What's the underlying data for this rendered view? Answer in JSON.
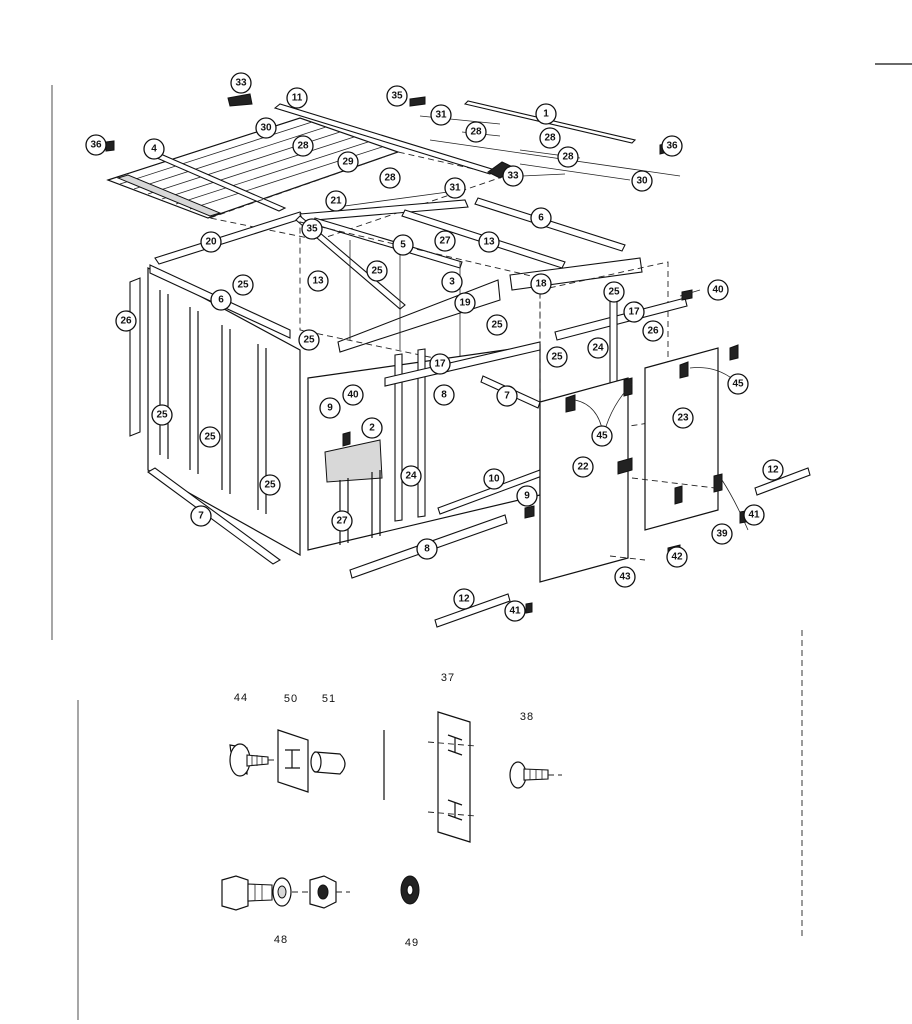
{
  "diagram": {
    "callouts": [
      {
        "id": "c33a",
        "label": "33"
      },
      {
        "id": "c11",
        "label": "11"
      },
      {
        "id": "c35a",
        "label": "35"
      },
      {
        "id": "c1",
        "label": "1"
      },
      {
        "id": "c36a",
        "label": "36"
      },
      {
        "id": "c4a",
        "label": "4"
      },
      {
        "id": "c30a",
        "label": "30"
      },
      {
        "id": "c28a",
        "label": "28"
      },
      {
        "id": "c29a",
        "label": "29"
      },
      {
        "id": "c31a",
        "label": "31"
      },
      {
        "id": "c28b",
        "label": "28"
      },
      {
        "id": "c28c",
        "label": "28"
      },
      {
        "id": "c28d",
        "label": "28"
      },
      {
        "id": "c36b",
        "label": "36"
      },
      {
        "id": "c33b",
        "label": "33"
      },
      {
        "id": "c30b",
        "label": "30"
      },
      {
        "id": "c28e",
        "label": "28"
      },
      {
        "id": "c31b",
        "label": "31"
      },
      {
        "id": "c21",
        "label": "21"
      },
      {
        "id": "c6a",
        "label": "6"
      },
      {
        "id": "c20",
        "label": "20"
      },
      {
        "id": "c35b",
        "label": "35"
      },
      {
        "id": "c5",
        "label": "5"
      },
      {
        "id": "c27a",
        "label": "27"
      },
      {
        "id": "c13a",
        "label": "13"
      },
      {
        "id": "c25a",
        "label": "25"
      },
      {
        "id": "c13b",
        "label": "13"
      },
      {
        "id": "c3",
        "label": "3"
      },
      {
        "id": "c18",
        "label": "18"
      },
      {
        "id": "c25b",
        "label": "25"
      },
      {
        "id": "c40a",
        "label": "40"
      },
      {
        "id": "c6b",
        "label": "6"
      },
      {
        "id": "c25c",
        "label": "25"
      },
      {
        "id": "c19",
        "label": "19"
      },
      {
        "id": "c17a",
        "label": "17"
      },
      {
        "id": "c26a",
        "label": "26"
      },
      {
        "id": "c25d",
        "label": "25"
      },
      {
        "id": "c26b",
        "label": "26"
      },
      {
        "id": "c25e",
        "label": "25"
      },
      {
        "id": "c24a",
        "label": "24"
      },
      {
        "id": "c25f",
        "label": "25"
      },
      {
        "id": "c17b",
        "label": "17"
      },
      {
        "id": "c45a",
        "label": "45"
      },
      {
        "id": "c40b",
        "label": "40"
      },
      {
        "id": "c8a",
        "label": "8"
      },
      {
        "id": "c7a",
        "label": "7"
      },
      {
        "id": "c9a",
        "label": "9"
      },
      {
        "id": "c2",
        "label": "2"
      },
      {
        "id": "c23",
        "label": "23"
      },
      {
        "id": "c25g",
        "label": "25"
      },
      {
        "id": "c45b",
        "label": "45"
      },
      {
        "id": "c25h",
        "label": "25"
      },
      {
        "id": "c22",
        "label": "22"
      },
      {
        "id": "c24b",
        "label": "24"
      },
      {
        "id": "c12a",
        "label": "12"
      },
      {
        "id": "c10",
        "label": "10"
      },
      {
        "id": "c25i",
        "label": "25"
      },
      {
        "id": "c7b",
        "label": "7"
      },
      {
        "id": "c9b",
        "label": "9"
      },
      {
        "id": "c27b",
        "label": "27"
      },
      {
        "id": "c41a",
        "label": "41"
      },
      {
        "id": "c39",
        "label": "39"
      },
      {
        "id": "c8b",
        "label": "8"
      },
      {
        "id": "c42",
        "label": "42"
      },
      {
        "id": "c43",
        "label": "43"
      },
      {
        "id": "c12b",
        "label": "12"
      },
      {
        "id": "c41b",
        "label": "41"
      }
    ],
    "hardware_labels": [
      {
        "id": "h44",
        "label": "44"
      },
      {
        "id": "h50",
        "label": "50"
      },
      {
        "id": "h51",
        "label": "51"
      },
      {
        "id": "h37",
        "label": "37"
      },
      {
        "id": "h38",
        "label": "38"
      },
      {
        "id": "h48",
        "label": "48"
      },
      {
        "id": "h49",
        "label": "49"
      }
    ]
  }
}
